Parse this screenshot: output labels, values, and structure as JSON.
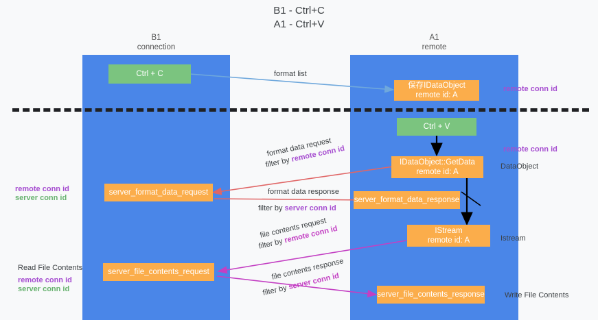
{
  "title": {
    "line1": "B1 - Ctrl+C",
    "line2": "A1 - Ctrl+V"
  },
  "lanes": [
    {
      "id": "b1",
      "name": "B1",
      "subtitle": "connection",
      "color": "#4a86e8"
    },
    {
      "id": "a1",
      "name": "A1",
      "subtitle": "remote",
      "color": "#4a86e8"
    }
  ],
  "colors": {
    "lane": "#4a86e8",
    "green_box": "#7bc47f",
    "orange_box": "#fbad4b",
    "purple_text": "#a64ed0",
    "green_text": "#67b26f",
    "magenta_text": "#c340c3",
    "arrow_blue": "#6fa8dc",
    "arrow_red": "#e06666",
    "arrow_magenta": "#c340c3",
    "arrow_black": "#000000",
    "divider": "#202124"
  },
  "boxes": {
    "ctrl_c": {
      "label": "Ctrl + C"
    },
    "ctrl_v": {
      "label": "Ctrl + V"
    },
    "save_dataobject": {
      "line1": "保存IDataObject",
      "line2": "remote id: A"
    },
    "getdata": {
      "line1": "IDataObject::GetData",
      "line2": "remote id: A"
    },
    "istream": {
      "line1": "IStream",
      "line2": "remote id: A"
    },
    "server_format_data_request": {
      "label": "server_format_data_request"
    },
    "server_format_data_response": {
      "label": "server_format_data_response"
    },
    "server_file_contents_request": {
      "label": "server_file_contents_request"
    },
    "server_file_contents_response": {
      "label": "server_file_contents_response"
    }
  },
  "arrow_labels": {
    "format_list": "format list",
    "format_data_request": "format data request",
    "format_data_request_filter_prefix": "filter by ",
    "format_data_request_filter_value": "remote conn id",
    "format_data_response": "format data response",
    "format_data_response_filter_prefix": "filter by ",
    "format_data_response_filter_value": "server conn id",
    "file_contents_request": "file contents request",
    "file_contents_request_filter_prefix": "filter by ",
    "file_contents_request_filter_value": "remote conn id",
    "file_contents_response": "file contents response",
    "file_contents_response_filter_prefix": "filter by ",
    "file_contents_response_filter_value": "server conn id"
  },
  "side_labels": {
    "right_remote_conn_id_top": "remote conn id",
    "right_remote_conn_id_mid": "remote conn id",
    "right_dataobject": "DataObject",
    "right_istream": "Istream",
    "right_write_file_contents": "Write File Contents",
    "left_remote_conn_id": "remote conn id",
    "left_server_conn_id": "server conn id",
    "left_read_file_contents": "Read File Contents",
    "left_remote_conn_id_2": "remote conn id",
    "left_server_conn_id_2": "server conn id"
  }
}
